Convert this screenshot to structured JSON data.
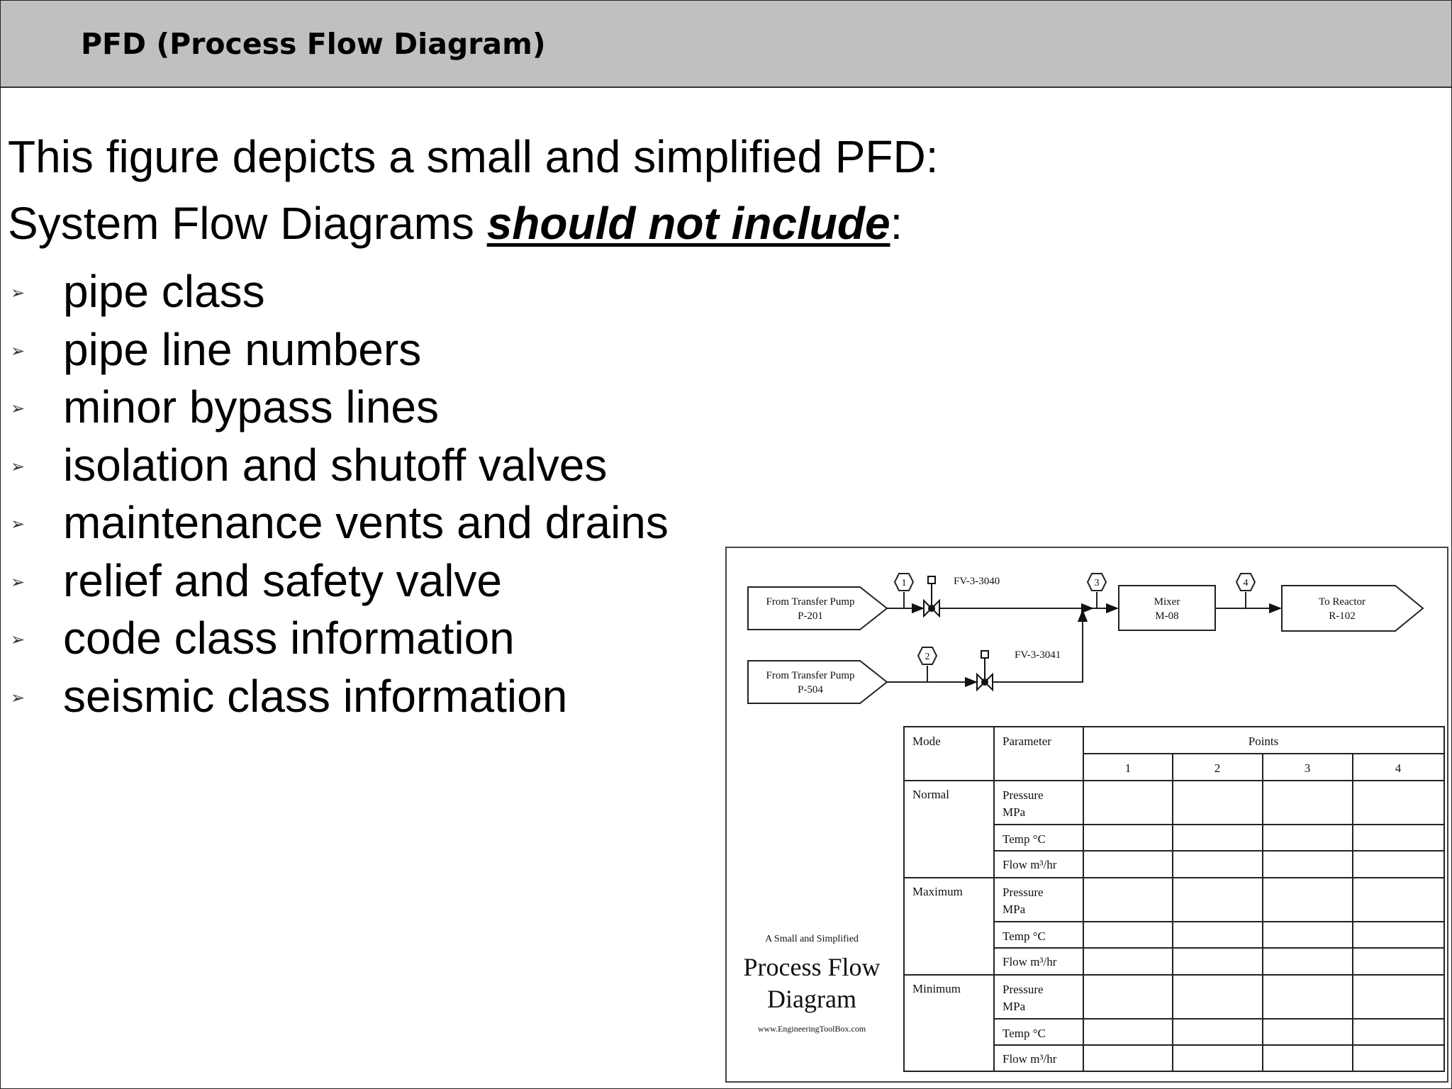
{
  "slide": {
    "title": "PFD (Process Flow Diagram)",
    "intro": "This figure depicts a small and simplified PFD:",
    "line2_prefix": "System Flow Diagrams ",
    "line2_emphasis": "should not include",
    "line2_suffix": ":",
    "bullet_icon": "arrowhead-bullet-icon",
    "bullets": [
      "pipe class",
      "pipe line numbers",
      "minor bypass lines",
      "isolation and shutoff valves",
      "maintenance vents and drains",
      "relief and safety valve",
      "code class information",
      "seismic class information"
    ]
  },
  "figure": {
    "source1": {
      "line1": "From Transfer Pump",
      "line2": "P-201"
    },
    "source2": {
      "line1": "From Transfer Pump",
      "line2": "P-504"
    },
    "valve1": "FV-3-3040",
    "valve2": "FV-3-3041",
    "mixer": {
      "line1": "Mixer",
      "line2": "M-08"
    },
    "reactor": {
      "line1": "To Reactor",
      "line2": "R-102"
    },
    "stream_tags": [
      "1",
      "2",
      "3",
      "4"
    ],
    "caption": {
      "small": "A Small and Simplified",
      "big1": "Process Flow",
      "big2": "Diagram",
      "url": "www.EngineeringToolBox.com"
    },
    "table": {
      "header_mode": "Mode",
      "header_parameter": "Parameter",
      "header_points": "Points",
      "points": [
        "1",
        "2",
        "3",
        "4"
      ],
      "modes": [
        {
          "name": "Normal",
          "params": [
            [
              "Pressure",
              "MPa"
            ],
            [
              "Temp °C"
            ],
            [
              "Flow m³/hr"
            ]
          ]
        },
        {
          "name": "Maximum",
          "params": [
            [
              "Pressure",
              "MPa"
            ],
            [
              "Temp °C"
            ],
            [
              "Flow m³/hr"
            ]
          ]
        },
        {
          "name": "Minimum",
          "params": [
            [
              "Pressure",
              "MPa"
            ],
            [
              "Temp °C"
            ],
            [
              "Flow m³/hr"
            ]
          ]
        }
      ]
    }
  }
}
